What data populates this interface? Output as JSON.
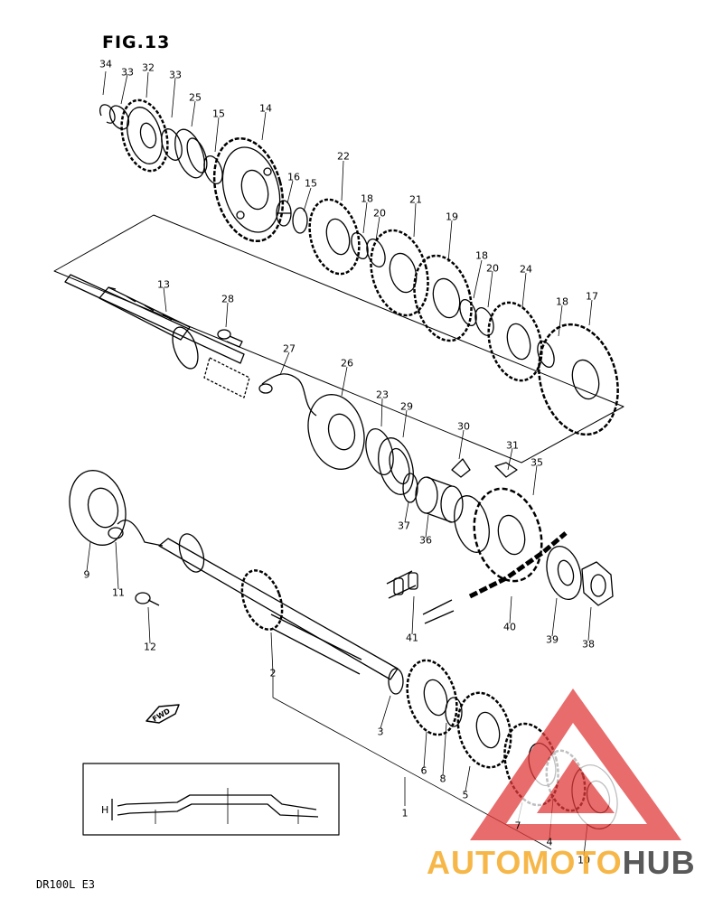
{
  "title": "FIG.13",
  "model": "DR100L E3",
  "fwd_mark": "FWD",
  "inset_dimension": "H",
  "callouts": [
    {
      "id": "34",
      "text": "34"
    },
    {
      "id": "33a",
      "text": "33"
    },
    {
      "id": "32",
      "text": "32"
    },
    {
      "id": "33b",
      "text": "33"
    },
    {
      "id": "25",
      "text": "25"
    },
    {
      "id": "15a",
      "text": "15"
    },
    {
      "id": "14",
      "text": "14"
    },
    {
      "id": "16",
      "text": "16"
    },
    {
      "id": "15b",
      "text": "15"
    },
    {
      "id": "22",
      "text": "22"
    },
    {
      "id": "18a",
      "text": "18"
    },
    {
      "id": "20a",
      "text": "20"
    },
    {
      "id": "21",
      "text": "21"
    },
    {
      "id": "19",
      "text": "19"
    },
    {
      "id": "18b",
      "text": "18"
    },
    {
      "id": "20b",
      "text": "20"
    },
    {
      "id": "24",
      "text": "24"
    },
    {
      "id": "18c",
      "text": "18"
    },
    {
      "id": "17",
      "text": "17"
    },
    {
      "id": "13",
      "text": "13"
    },
    {
      "id": "28",
      "text": "28"
    },
    {
      "id": "27",
      "text": "27"
    },
    {
      "id": "26",
      "text": "26"
    },
    {
      "id": "23",
      "text": "23"
    },
    {
      "id": "29",
      "text": "29"
    },
    {
      "id": "30",
      "text": "30"
    },
    {
      "id": "31",
      "text": "31"
    },
    {
      "id": "35",
      "text": "35"
    },
    {
      "id": "37",
      "text": "37"
    },
    {
      "id": "36",
      "text": "36"
    },
    {
      "id": "9",
      "text": "9"
    },
    {
      "id": "11",
      "text": "11"
    },
    {
      "id": "12",
      "text": "12"
    },
    {
      "id": "2",
      "text": "2"
    },
    {
      "id": "41",
      "text": "41"
    },
    {
      "id": "40",
      "text": "40"
    },
    {
      "id": "39",
      "text": "39"
    },
    {
      "id": "38",
      "text": "38"
    },
    {
      "id": "3",
      "text": "3"
    },
    {
      "id": "6",
      "text": "6"
    },
    {
      "id": "8",
      "text": "8"
    },
    {
      "id": "5",
      "text": "5"
    },
    {
      "id": "1",
      "text": "1"
    },
    {
      "id": "7",
      "text": "7"
    },
    {
      "id": "4",
      "text": "4"
    },
    {
      "id": "10",
      "text": "10"
    }
  ],
  "watermark": {
    "part1": "AUTOMOTO",
    "part2": "HUB",
    "color_main": "#f5aa28",
    "color_hub": "#3c3c3c",
    "logo_color": "#e23b3b"
  }
}
